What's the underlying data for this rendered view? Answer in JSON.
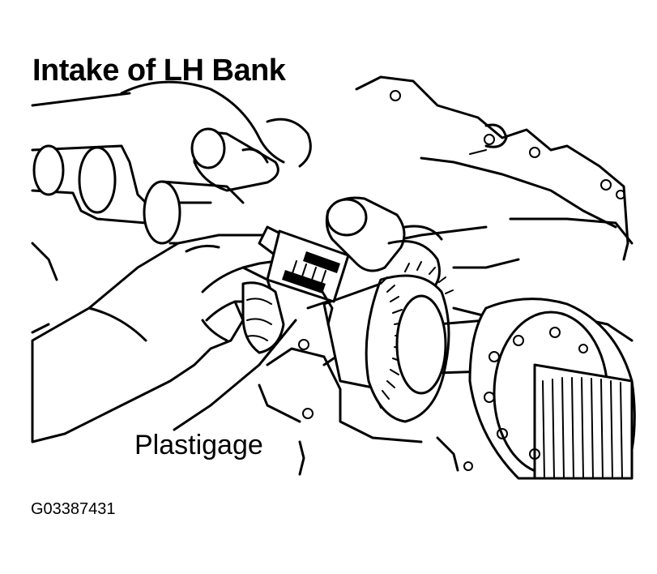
{
  "title": "Intake of LH Bank",
  "callout_label": "Plastigage",
  "figure_id": "G03387431",
  "colors": {
    "ink": "#000000",
    "paper": "#ffffff"
  }
}
